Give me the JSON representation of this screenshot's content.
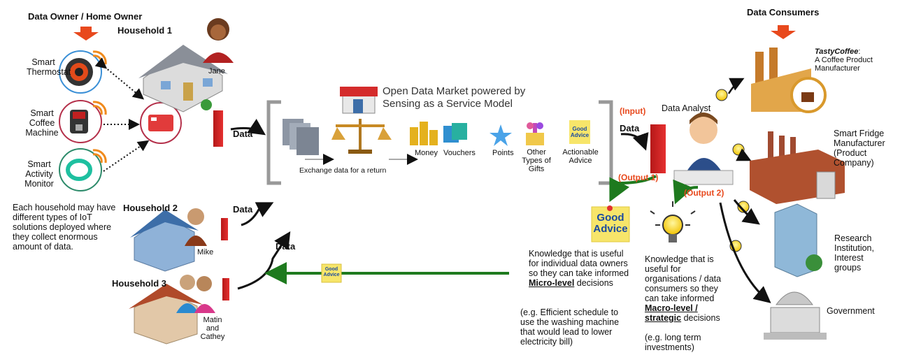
{
  "headers": {
    "data_owner": "Data Owner / Home Owner",
    "data_consumers": "Data Consumers"
  },
  "households": {
    "h1": "Household 1",
    "h2": "Household 2",
    "h3": "Household 3",
    "jane": "Jane",
    "mike": "Mike",
    "matin_cathey": "Matin and Cathey"
  },
  "devices": {
    "thermostat": "Smart Thermostat",
    "coffee_machine": "Smart Coffee Machine",
    "activity_monitor": "Smart Activity Monitor"
  },
  "household_note": "Each household may have different types of IoT solutions deployed where they collect enormous amount of data.",
  "data_label": "Data",
  "market": {
    "title": "Open Data Market powered by Sensing as a Service Model",
    "exchange": "Exchange data for a return",
    "money": "Money",
    "vouchers": "Vouchers",
    "points": "Points",
    "gifts": "Other Types of Gifts",
    "advice": "Actionable Advice",
    "good_advice": "Good Advice"
  },
  "analyst": {
    "input": "(Input)",
    "label": "Data Analyst",
    "output1": "(Output 1)",
    "output2": "(Output 2)"
  },
  "micro": {
    "text": "Knowledge that is useful for individual data owners so they can take informed",
    "strong": "Micro-level",
    "tail": "decisions",
    "example": "(e.g. Efficient schedule to use the washing machine that would lead to lower electricity bill)"
  },
  "macro": {
    "text": "Knowledge that is useful for organisations  / data consumers so they can take informed",
    "strong1": "Macro-level /",
    "strong2": "strategic",
    "tail": "decisions",
    "example": "(e.g. long term investments)"
  },
  "consumers": {
    "tasty_name": "TastyCoffee",
    "tasty_desc": "A Coffee Product Manufacturer",
    "fridge": "Smart Fridge Manufacturer (Product Company)",
    "research": "Research Institution, Interest groups",
    "government": "Government"
  },
  "colors": {
    "accent": "#e8491d",
    "green_arrow": "#1e7a1e",
    "firewall": "#d62020"
  }
}
